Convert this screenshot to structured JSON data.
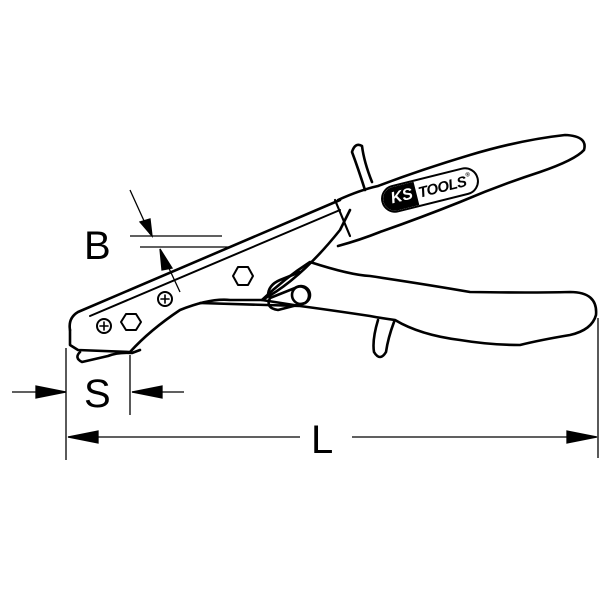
{
  "drawing": {
    "subject": "hole punch pliers / edge setter technical line drawing",
    "stroke_color": "#000000",
    "background_color": "#ffffff"
  },
  "brand": {
    "ks": "KS",
    "tools": "TOOLS",
    "registered": "®"
  },
  "dimensions": {
    "B": {
      "label": "B"
    },
    "S": {
      "label": "S"
    },
    "L": {
      "label": "L"
    }
  }
}
